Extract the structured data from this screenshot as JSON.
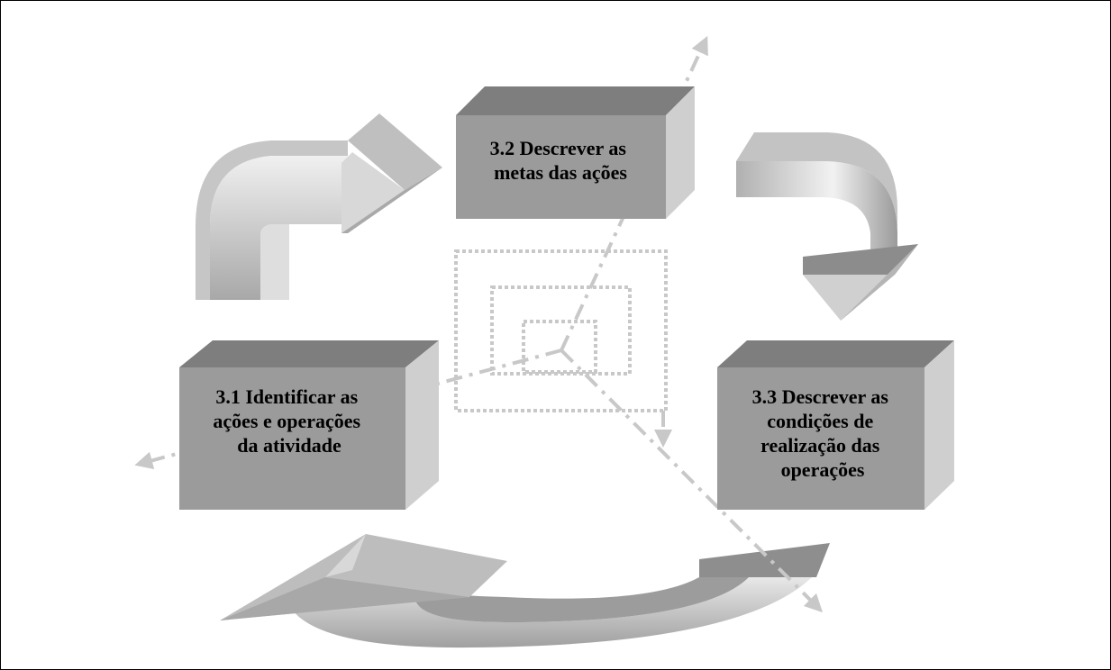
{
  "diagram": {
    "boxes": [
      {
        "id": "3.1",
        "lines": [
          "3.1 Identificar as",
          "ações e operações",
          "da atividade"
        ]
      },
      {
        "id": "3.2",
        "lines": [
          "3.2 Descrever as",
          "metas das ações"
        ]
      },
      {
        "id": "3.3",
        "lines": [
          "3.3 Descrever as",
          "condições de",
          "realização das",
          "operações"
        ]
      }
    ],
    "colors": {
      "box_front": "#9a9a9a",
      "box_top": "#7a7a7a",
      "box_side": "#c8c8c8",
      "arrow_light": "#d4d4d4",
      "arrow_mid": "#bdbdbd",
      "arrow_dark": "#8a8a8a",
      "dashed": "#c8c8c8"
    }
  }
}
